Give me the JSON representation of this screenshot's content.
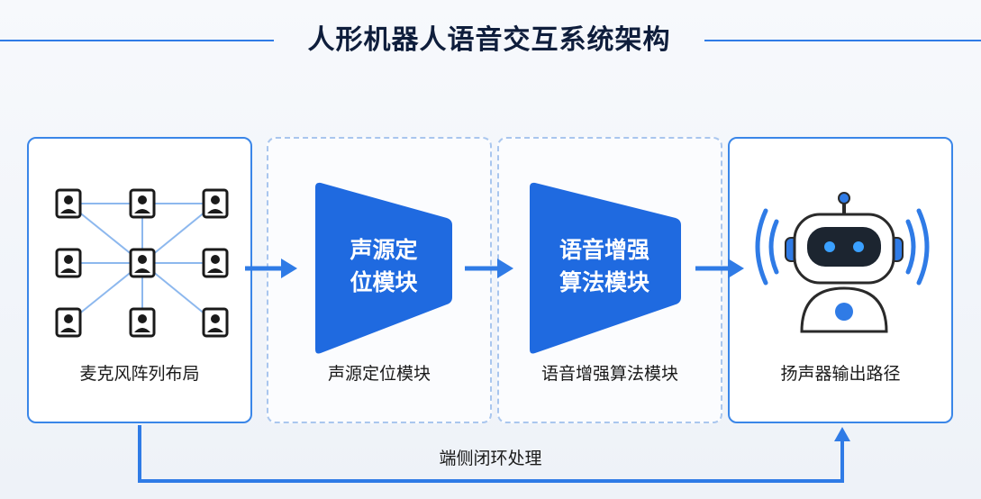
{
  "title": "人形机器人语音交互系统架构",
  "stages": [
    {
      "label": "麦克风阵列布局"
    },
    {
      "label": "声源定位模块",
      "block_text": [
        "声源定",
        "位模块"
      ]
    },
    {
      "label": "语音增强算法模块",
      "block_text": [
        "语音增强",
        "算法模块"
      ]
    },
    {
      "label": "扬声器输出路径"
    }
  ],
  "loop_label": "端侧闭环处理",
  "colors": {
    "accent": "#1f6ae0",
    "line": "#2f7be6",
    "node": "#1a1a1a"
  }
}
